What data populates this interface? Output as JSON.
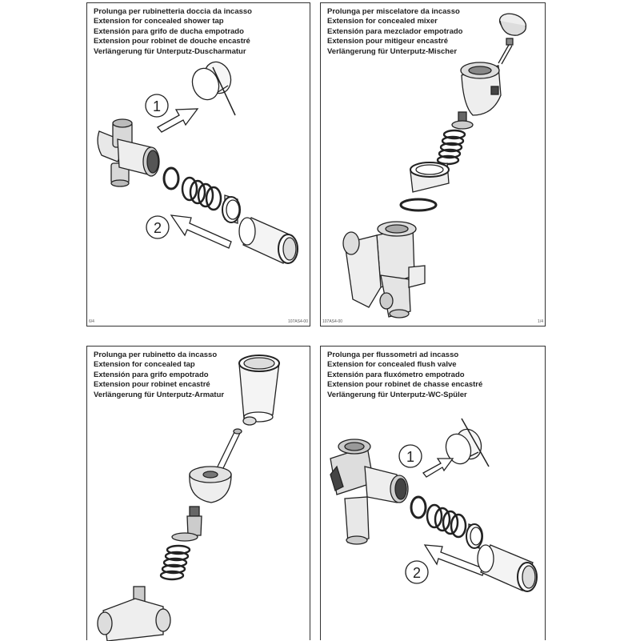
{
  "panels": [
    {
      "titles": [
        "Prolunga per rubinetteria doccia da incasso",
        "Extension for concealed shower tap",
        "Extensión para grifo de ducha empotrado",
        "Extension pour robinet de douche encastré",
        "Verlängerung für Unterputz-Duscharmatur"
      ],
      "step_labels": [
        "1",
        "2"
      ],
      "footer_left": "6/4",
      "footer_right": "107AS4-00"
    },
    {
      "titles": [
        "Prolunga per miscelatore da incasso",
        "Extension for concealed mixer",
        "Extensión para mezclador empotrado",
        "Extension pour mitigeur encastré",
        "Verlängerung für Unterputz-Mischer"
      ],
      "footer_left": "107AS4-00",
      "footer_right": "1/4"
    },
    {
      "titles": [
        "Prolunga per rubinetto da incasso",
        "Extension for concealed tap",
        "Extensión para grifo empotrado",
        "Extension pour robinet encastré",
        "Verlängerung für Unterputz-Armatur"
      ]
    },
    {
      "titles": [
        "Prolunga per flussometri ad incasso",
        "Extension for concealed flush valve",
        "Extensión para fluxómetro empotrado",
        "Extension pour robinet de chasse encastré",
        "Verlängerung für Unterputz-WC-Spüler"
      ],
      "step_labels": [
        "1",
        "2"
      ]
    }
  ]
}
